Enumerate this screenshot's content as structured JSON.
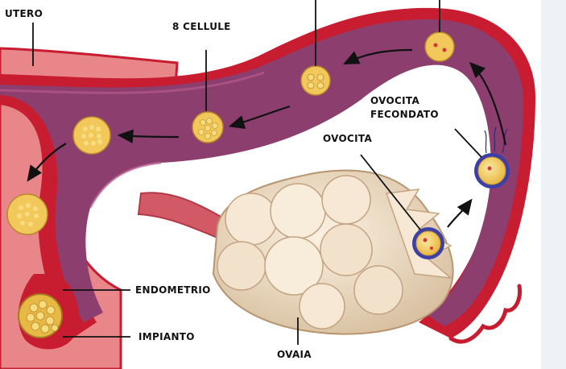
{
  "labels": {
    "utero": "UTERO",
    "otto_cellule": "8 CELLULE",
    "ovocita_fecondato_line1": "OVOCITA",
    "ovocita_fecondato_line2": "FECONDATO",
    "ovocita": "OVOCITA",
    "endometrio": "ENDOMETRIO",
    "impianto": "IMPIANTO",
    "ovaia": "OVAIA"
  },
  "colors": {
    "background": "#ffffff",
    "right_strip": "#eef2f7",
    "tube_wall": "#c81c30",
    "tube_lumen": "#8c3f6e",
    "uterus_tissue": "#e8868a",
    "ovary": "#f2e2cc",
    "cell": "#f5cf5e",
    "cell_nucleus": "#d4353a",
    "granulosa": "#3b3fa6",
    "leader_line": "#111111"
  },
  "icons": [
    "arrow-icon",
    "cell-icon",
    "ovary-icon"
  ]
}
